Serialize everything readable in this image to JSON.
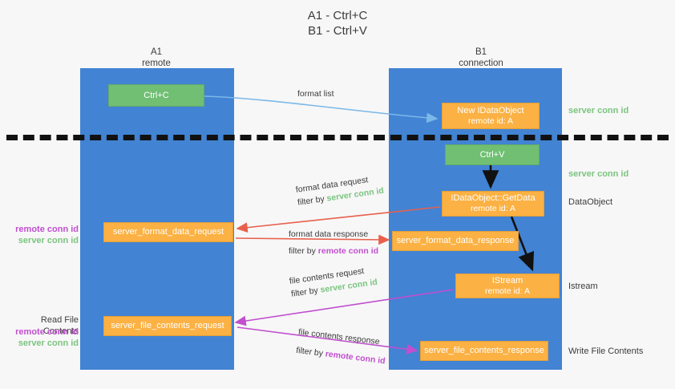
{
  "title": {
    "line1": "A1 - Ctrl+C",
    "line2": "B1 - Ctrl+V"
  },
  "lanes": [
    {
      "name": "A1",
      "sub": "remote"
    },
    {
      "name": "B1",
      "sub": "connection"
    }
  ],
  "boxes": {
    "ctrl_c": {
      "label": "Ctrl+C",
      "color": "#70bf73"
    },
    "new_dataobject": {
      "line1": "New IDataObject",
      "line2": "remote id: A",
      "color": "#fbb143"
    },
    "ctrl_v": {
      "label": "Ctrl+V",
      "color": "#70bf73"
    },
    "getdata": {
      "line1": "IDataObject::GetData",
      "line2": "remote id: A",
      "color": "#fbb143"
    },
    "server_format_data_request": {
      "label": "server_format_data_request",
      "color": "#fbb143"
    },
    "server_format_data_response": {
      "label": "server_format_data_response",
      "color": "#fbb143"
    },
    "istream": {
      "line1": "IStream",
      "line2": "remote id: A",
      "color": "#fbb143"
    },
    "server_file_contents_request": {
      "label": "server_file_contents_request",
      "color": "#fbb143"
    },
    "server_file_contents_response": {
      "label": "server_file_contents_response",
      "color": "#fbb143"
    }
  },
  "edges": {
    "format_list": {
      "label": "format list"
    },
    "format_data_request": {
      "label": "format data request",
      "filter_prefix": "filter by ",
      "filter_value": "server conn id"
    },
    "format_data_response": {
      "label": "format data response",
      "filter_prefix": "filter by ",
      "filter_value": "remote conn id"
    },
    "file_contents_request": {
      "label": "file contents request",
      "filter_prefix": "filter by ",
      "filter_value": "server conn id"
    },
    "file_contents_response": {
      "label": "file contents response",
      "filter_prefix": "filter by ",
      "filter_value": "remote conn id"
    }
  },
  "right_annotations": {
    "server_conn_id_top": "server conn id",
    "server_conn_id_mid": "server conn id",
    "dataobject": "DataObject",
    "istream": "Istream",
    "write_file_contents": "Write File Contents"
  },
  "left_annotations": {
    "remote_conn_id_1": "remote conn id",
    "server_conn_id_1": "server conn id",
    "read_file_contents": "Read File Contents",
    "remote_conn_id_2": "remote conn id",
    "server_conn_id_2": "server conn id"
  },
  "colors": {
    "lane": "#4283d3",
    "green_box": "#70bf73",
    "orange_box": "#fbb143",
    "magenta_text": "#c14fcf",
    "green_text": "#7ac47f",
    "red_arrow": "#e8604c",
    "blue_arrow": "#7ab8e8",
    "magenta_arrow": "#c14fcf",
    "black_arrow": "#111111",
    "background": "#f7f7f7"
  }
}
